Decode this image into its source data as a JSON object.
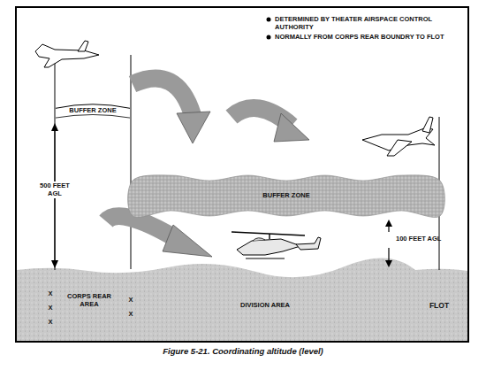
{
  "diagram": {
    "caption": "Figure 5-21. Coordinating altitude (level)",
    "nodes": [
      {
        "text": [
          "BUFFER ZONE"
        ]
      },
      {
        "text": [
          "BUFFER ZONE"
        ]
      }
    ],
    "labels": [
      "DETERMINED BY THEATER AIRSPACE CONTROL AUTHORITY",
      "NORMALLY FROM CORPS REAR BOUNDRY TO FLOT",
      "500 FEET AGL",
      "100 FEET AGL",
      "CORPS REAR AREA",
      "DIVISION AREA",
      "FLOT",
      "X",
      "X",
      "X",
      "X",
      "X"
    ]
  }
}
